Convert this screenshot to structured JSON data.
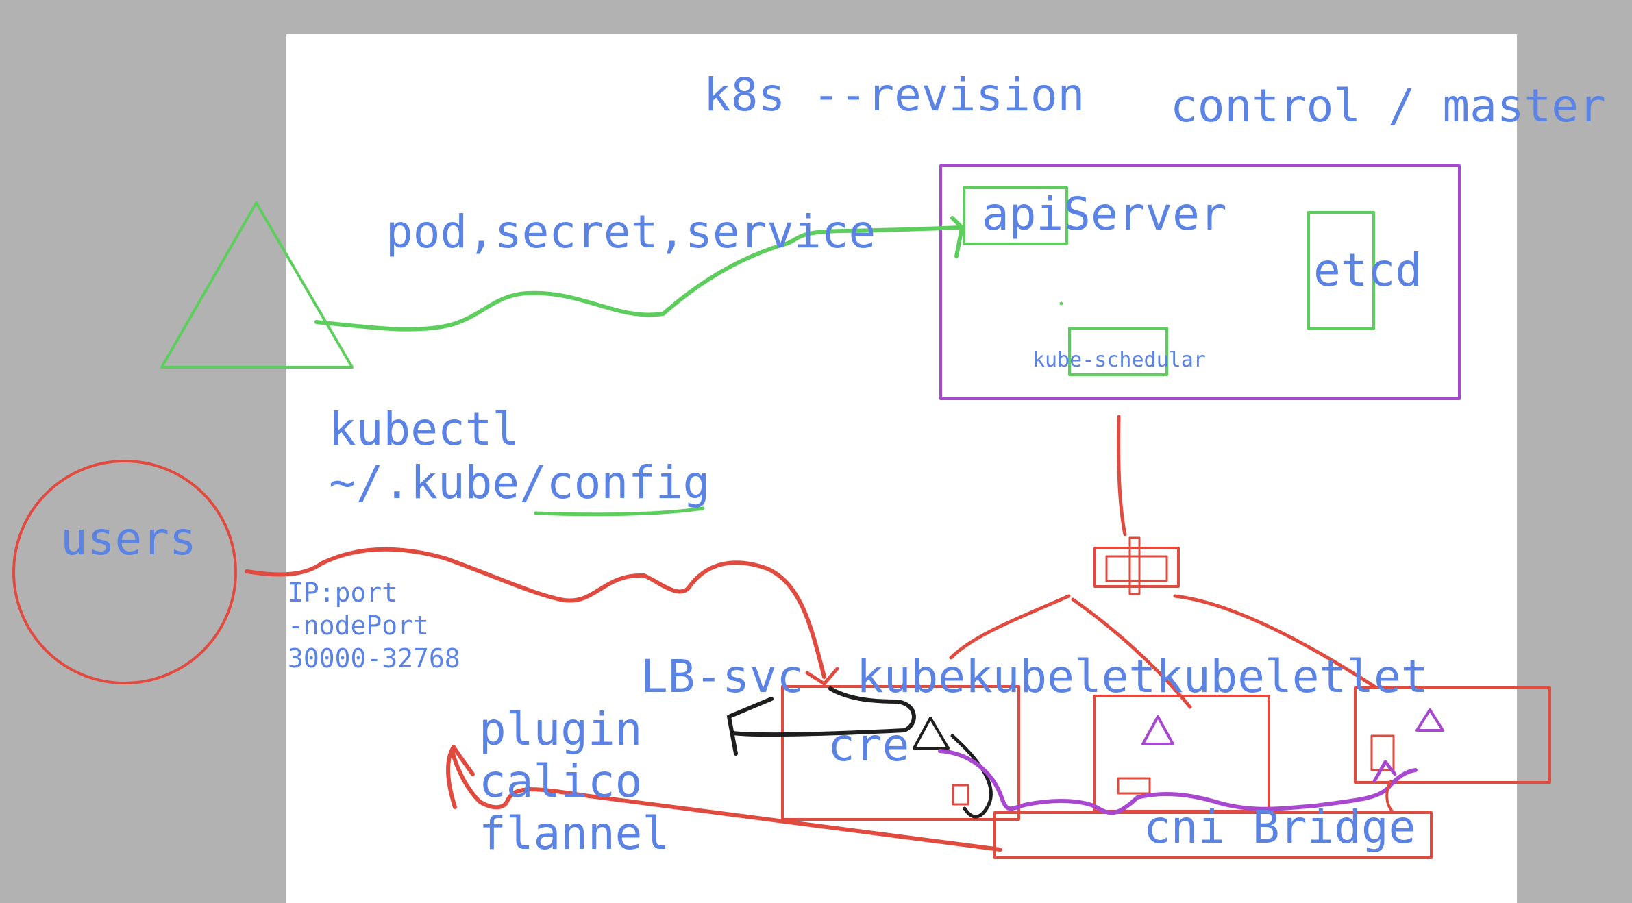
{
  "colors": {
    "ink_blue": "#5b83e4",
    "ink_green": "#5dce5d",
    "ink_red": "#e04a3f",
    "ink_purple": "#a848d0",
    "ink_black": "#1e1e1e",
    "page_background": "#ffffff",
    "outer_background": "#b2b2b2"
  },
  "labels": {
    "k8s_revision": "k8s --revision",
    "control_master": "control / master",
    "api_server": "apiServer",
    "etcd": "etcd",
    "kube_scheduler": "kube-schedular",
    "resources": "pod,secret,service",
    "kubectl": "kubectl",
    "kube_config": "~/.kube/config",
    "users": "users",
    "ip_port": "IP:port",
    "node_port": "-nodePort",
    "port_range": "30000-32768",
    "lb_svc": "LB-svc",
    "kubelets": "kubekubeletkubeletlet",
    "cre": "cre",
    "plugin": "plugin",
    "calico": "calico",
    "flannel": "flannel",
    "cni_bridge": "cni Bridge"
  },
  "icons": {
    "user_client": "triangle-icon",
    "users": "circle-icon",
    "pod_triangle": "triangle-icon"
  }
}
